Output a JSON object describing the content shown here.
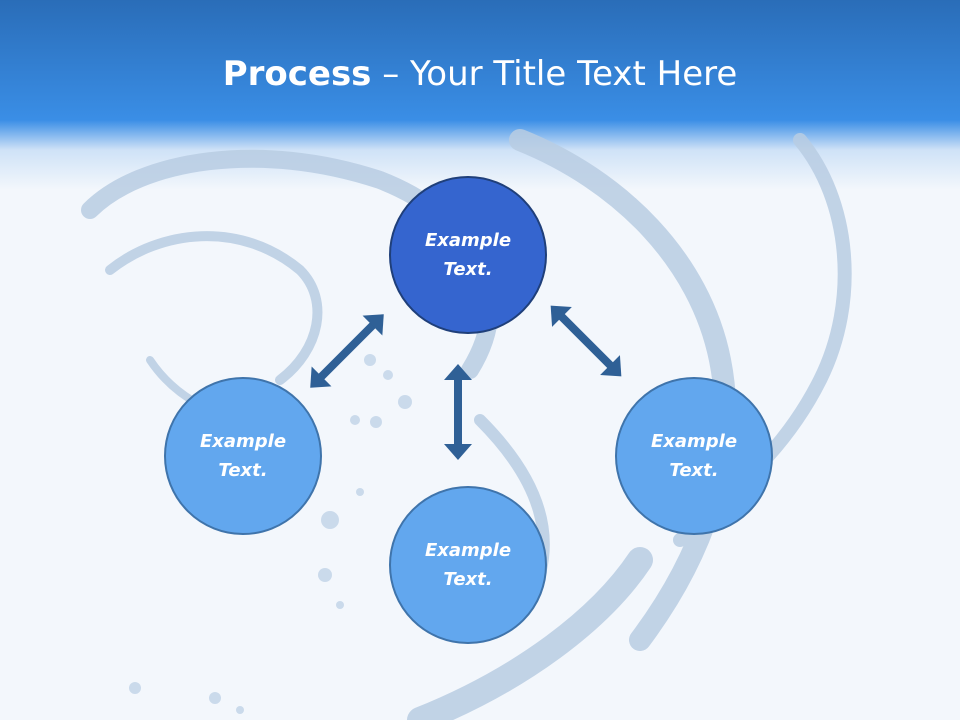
{
  "title": {
    "bold": "Process",
    "rest": " – Your Title Text Here"
  },
  "nodes": {
    "top": "Example Text.",
    "left": "Example Text.",
    "right": "Example Text.",
    "bottom": "Example Text."
  },
  "colors": {
    "header_blue": "#3a8ee6",
    "node_light": "#62a7ee",
    "node_dark": "#3565cf",
    "arrow": "#2f6096"
  }
}
